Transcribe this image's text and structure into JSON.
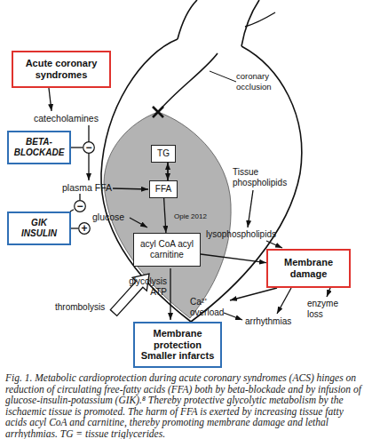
{
  "diagram": {
    "caption": "Fig. 1. Metabolic cardioprotection during acute coronary syndromes (ACS) hinges on reduction of circulating free-fatty acids (FFA) both by beta-blockade and by infusion of glucose-insulin-potassium (GIK).⁸ Thereby protective glycolytic metabolism by the ischaemic tissue is promoted. The harm of FFA is exerted by increasing tissue fatty acids acyl CoA and carnitine, thereby promoting membrane damage and lethal arrhythmias. TG = tissue triglycerides.",
    "nodes": [
      {
        "text": [
          "Acute coronary syndromes"
        ]
      },
      {
        "text": [
          "BETA-BLOCKADE"
        ]
      },
      {
        "text": [
          "−"
        ]
      },
      {
        "text": [
          "TG"
        ]
      },
      {
        "text": [
          "FFA"
        ]
      },
      {
        "text": [
          "−"
        ]
      },
      {
        "text": [
          "GIK INSULIN"
        ]
      },
      {
        "text": [
          "+"
        ]
      },
      {
        "text": [
          "acyl CoA acyl carnitine"
        ]
      },
      {
        "text": [
          "Membrane damage"
        ]
      },
      {
        "text": [
          "Membrane protection Smaller infarcts"
        ]
      }
    ],
    "edges": [
      {
        "from": 1,
        "to": 2,
        "arrow": "none"
      },
      {
        "from": 6,
        "to": 5,
        "arrow": "none"
      },
      {
        "from": 6,
        "to": 7,
        "arrow": "none"
      },
      {
        "from": 4,
        "to": 3,
        "arrow": "to"
      },
      {
        "from": 3,
        "to": 4,
        "arrow": "to"
      },
      {
        "from": 4,
        "to": 8,
        "arrow": "to"
      },
      {
        "from": 8,
        "to": 9,
        "arrow": "to"
      }
    ],
    "labels": [
      "catecholamines",
      "plasma FFA",
      "glucose",
      "coronary occlusion",
      "Tissue phospholipids",
      "Opie 2012",
      "lysophospholipids",
      "glycolysis ATP",
      "thrombolysis",
      "Ca²⁺ overload",
      "arrhythmias",
      "enzyme loss"
    ]
  }
}
